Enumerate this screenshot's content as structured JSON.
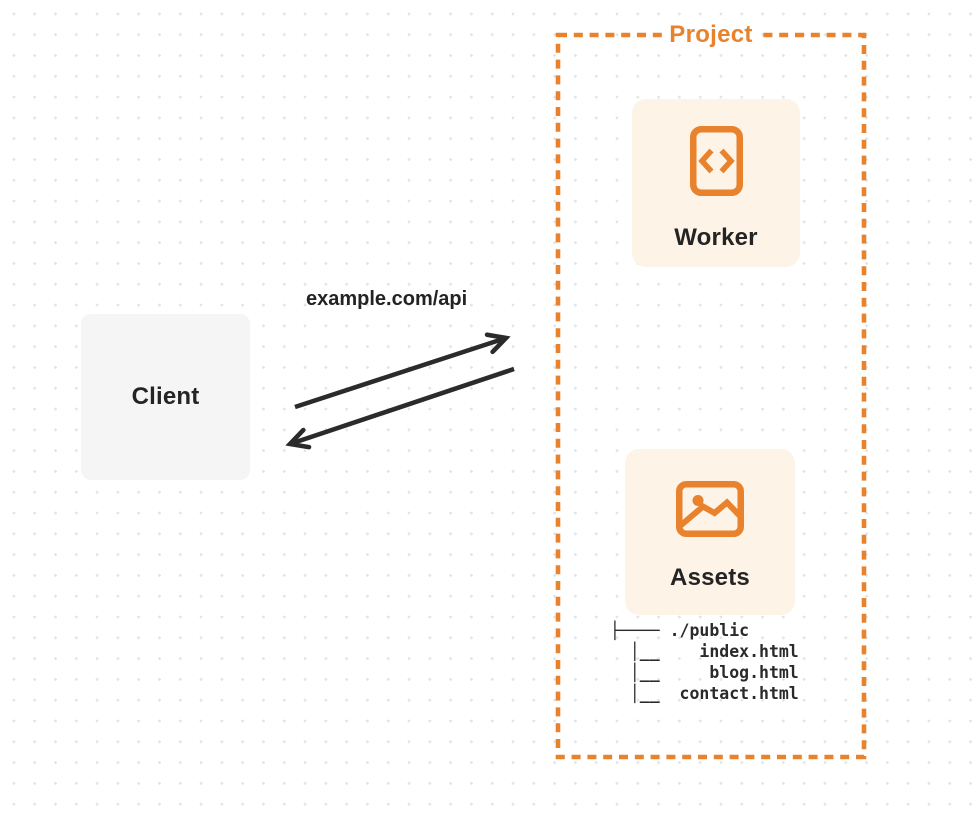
{
  "colors": {
    "accent_orange": "#E8822D",
    "card_cream": "#FDF3E6",
    "card_gray": "#F5F5F6",
    "text_dark": "#242424",
    "arrow_dark": "#2B2B2B",
    "grid_dot": "#E3E3E3"
  },
  "client": {
    "label": "Client"
  },
  "request": {
    "label": "example.com/api"
  },
  "project": {
    "label": "Project",
    "worker": {
      "label": "Worker",
      "icon": "code-document-icon"
    },
    "assets": {
      "label": "Assets",
      "icon": "image-icon",
      "file_tree": {
        "lines": [
          "├──── ./public",
          "  │__    index.html",
          "  │__     blog.html",
          "  │__  contact.html"
        ]
      }
    }
  }
}
